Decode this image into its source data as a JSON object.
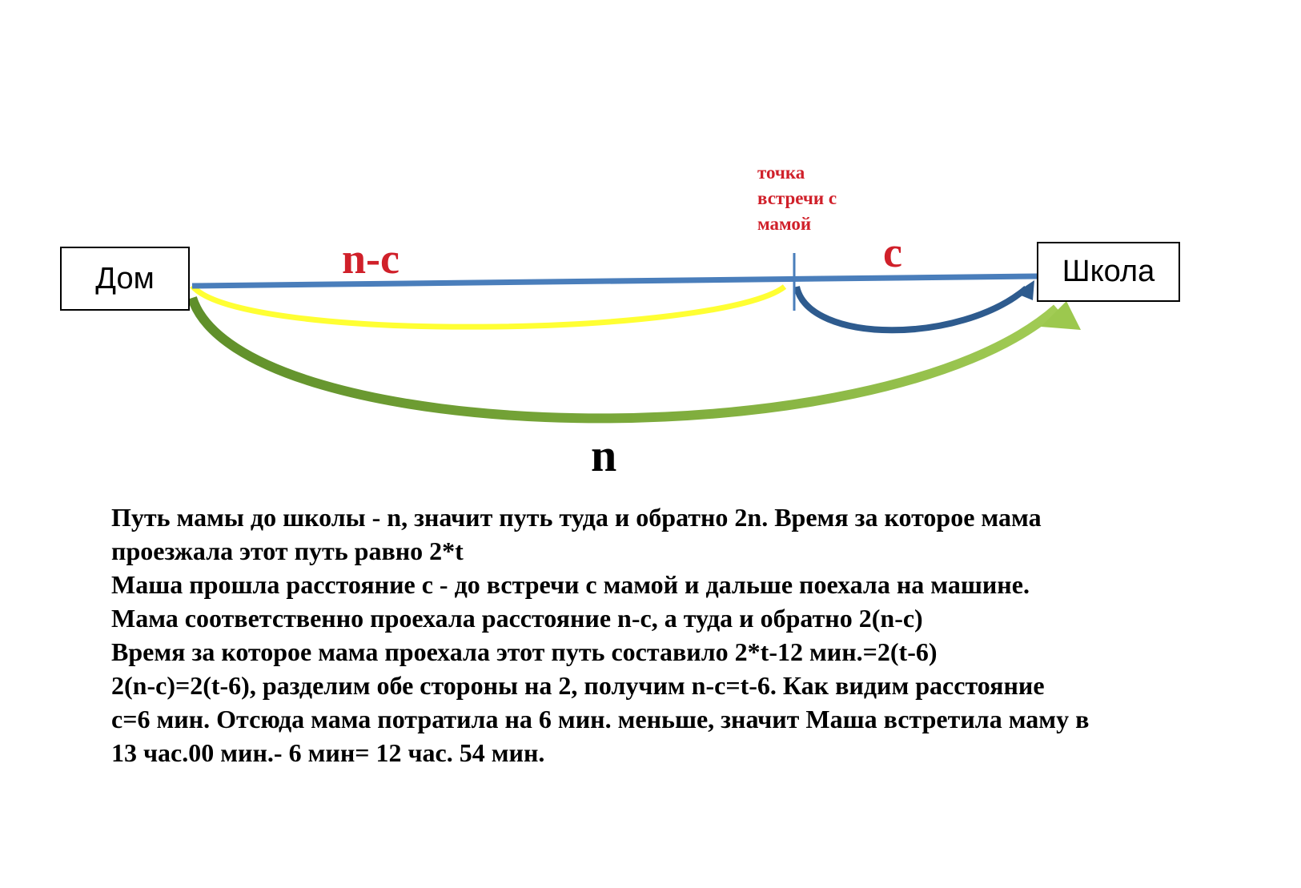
{
  "diagram": {
    "home_label": "Дом",
    "school_label": "Школа",
    "segment_n_minus_c": "n-c",
    "segment_c": "c",
    "meeting_point_label": [
      "точка",
      "встречи с",
      "мамой"
    ],
    "total_distance_label": "n",
    "colors": {
      "road": "#4a7ebb",
      "yellow_arc": "#ffff33",
      "dark_arc": "#2e5b8e",
      "green_arrow": "#86b342",
      "red_text": "#d0202a"
    }
  },
  "explanation": [
    "Путь мамы до школы - n, значит путь туда и обратно 2n. Время за которое мама",
    "проезжала этот путь равно 2*t",
    "Маша прошла расстояние c - до встречи с мамой и дальше поехала на машине.",
    "Мама соответственно проехала расстояние n-c, а туда и обратно 2(n-c)",
    "Время за которое мама проехала этот путь составило 2*t-12 мин.=2(t-6)",
    "2(n-c)=2(t-6), разделим обе стороны на 2, получим n-c=t-6. Как видим  расстояние",
    "c=6 мин. Отсюда мама потратила на 6 мин. меньше, значит Маша встретила маму в",
    "13 час.00 мин.- 6 мин= 12 час. 54 мин."
  ]
}
